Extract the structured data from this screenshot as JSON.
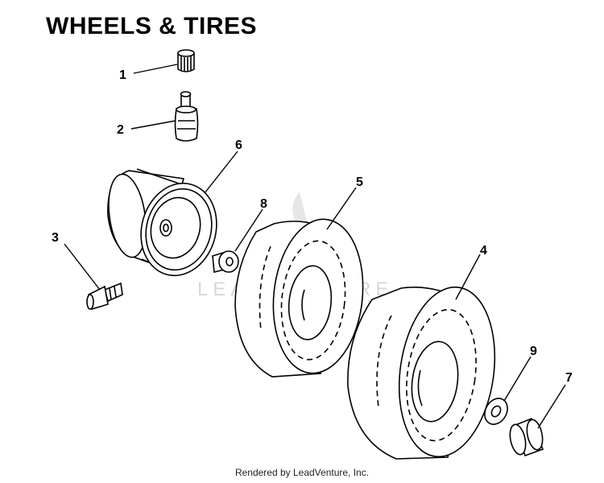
{
  "title": "WHEELS & TIRES",
  "parts": [
    {
      "number": "1",
      "name": "valve-cap"
    },
    {
      "number": "2",
      "name": "valve-stem"
    },
    {
      "number": "3",
      "name": "bolt"
    },
    {
      "number": "4",
      "name": "rear-tire"
    },
    {
      "number": "5",
      "name": "front-tire"
    },
    {
      "number": "6",
      "name": "wheel-rim"
    },
    {
      "number": "7",
      "name": "bushing"
    },
    {
      "number": "8",
      "name": "flange-bushing"
    },
    {
      "number": "9",
      "name": "washer"
    }
  ],
  "watermark": "LEADVENTURE",
  "footer": "Rendered by LeadVenture, Inc."
}
